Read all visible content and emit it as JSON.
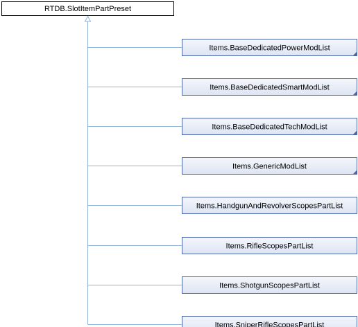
{
  "diagram": {
    "type": "class-inheritance",
    "colors": {
      "base_fill": "#ffffff",
      "base_border": "#000000",
      "child_fill_top": "#f4f6fb",
      "child_fill_bottom": "#dde4f3",
      "child_border": "#4a66a8",
      "edge": "#8fb2d6",
      "corner_mark": "#4a66a8"
    },
    "base_class": {
      "label": "RTDB.SlotItemPartPreset"
    },
    "derived_classes": [
      {
        "label": "Items.BaseDedicatedPowerModList",
        "has_more_mark": true
      },
      {
        "label": "Items.BaseDedicatedSmartModList",
        "has_more_mark": true
      },
      {
        "label": "Items.BaseDedicatedTechModList",
        "has_more_mark": true
      },
      {
        "label": "Items.GenericModList",
        "has_more_mark": true
      },
      {
        "label": "Items.HandgunAndRevolverScopesPartList",
        "has_more_mark": false
      },
      {
        "label": "Items.RifleScopesPartList",
        "has_more_mark": false
      },
      {
        "label": "Items.ShotgunScopesPartList",
        "has_more_mark": false
      },
      {
        "label": "Items.SniperRifleScopesPartList",
        "has_more_mark": false
      }
    ]
  }
}
